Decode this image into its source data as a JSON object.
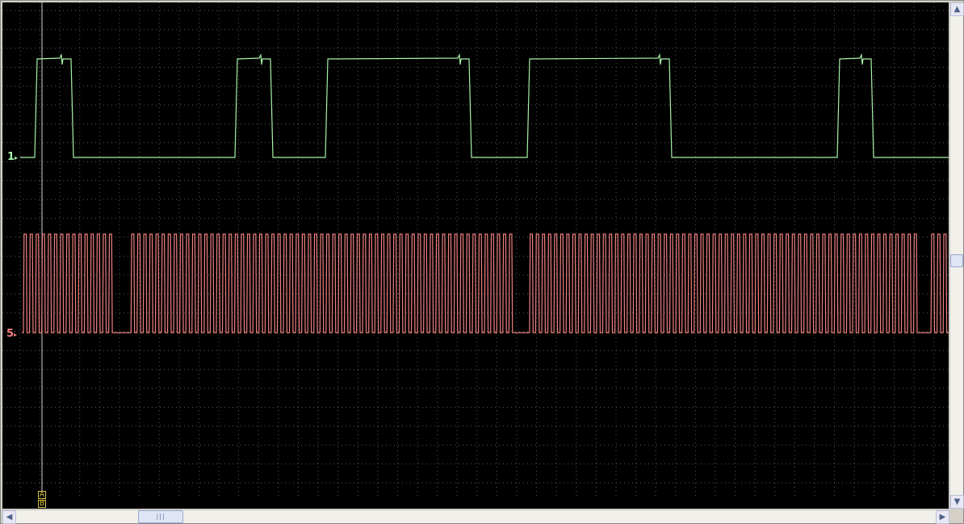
{
  "colors": {
    "background": "#000000",
    "grid": "#5a5a5a",
    "channel1": "#a8f0a8",
    "channel5": "#f08080",
    "cursor": "#d8c440",
    "cursor_line": "#cfcfcf"
  },
  "channels": [
    {
      "id": "ch1",
      "label": "1",
      "color": "#a8f0a8"
    },
    {
      "id": "ch5",
      "label": "5",
      "color": "#f08080"
    }
  ],
  "cursors": {
    "a_label": "A",
    "b_label": "B"
  },
  "icons": {
    "scroll_left": "triangle-left-icon",
    "scroll_right": "triangle-right-icon",
    "scroll_up": "triangle-up-icon",
    "scroll_down": "triangle-down-icon",
    "thumb_grip": "grip-lines-icon"
  },
  "glyphs": {
    "left": "◀",
    "right": "▶",
    "up": "▲",
    "down": "▼",
    "grip": "|||"
  }
}
